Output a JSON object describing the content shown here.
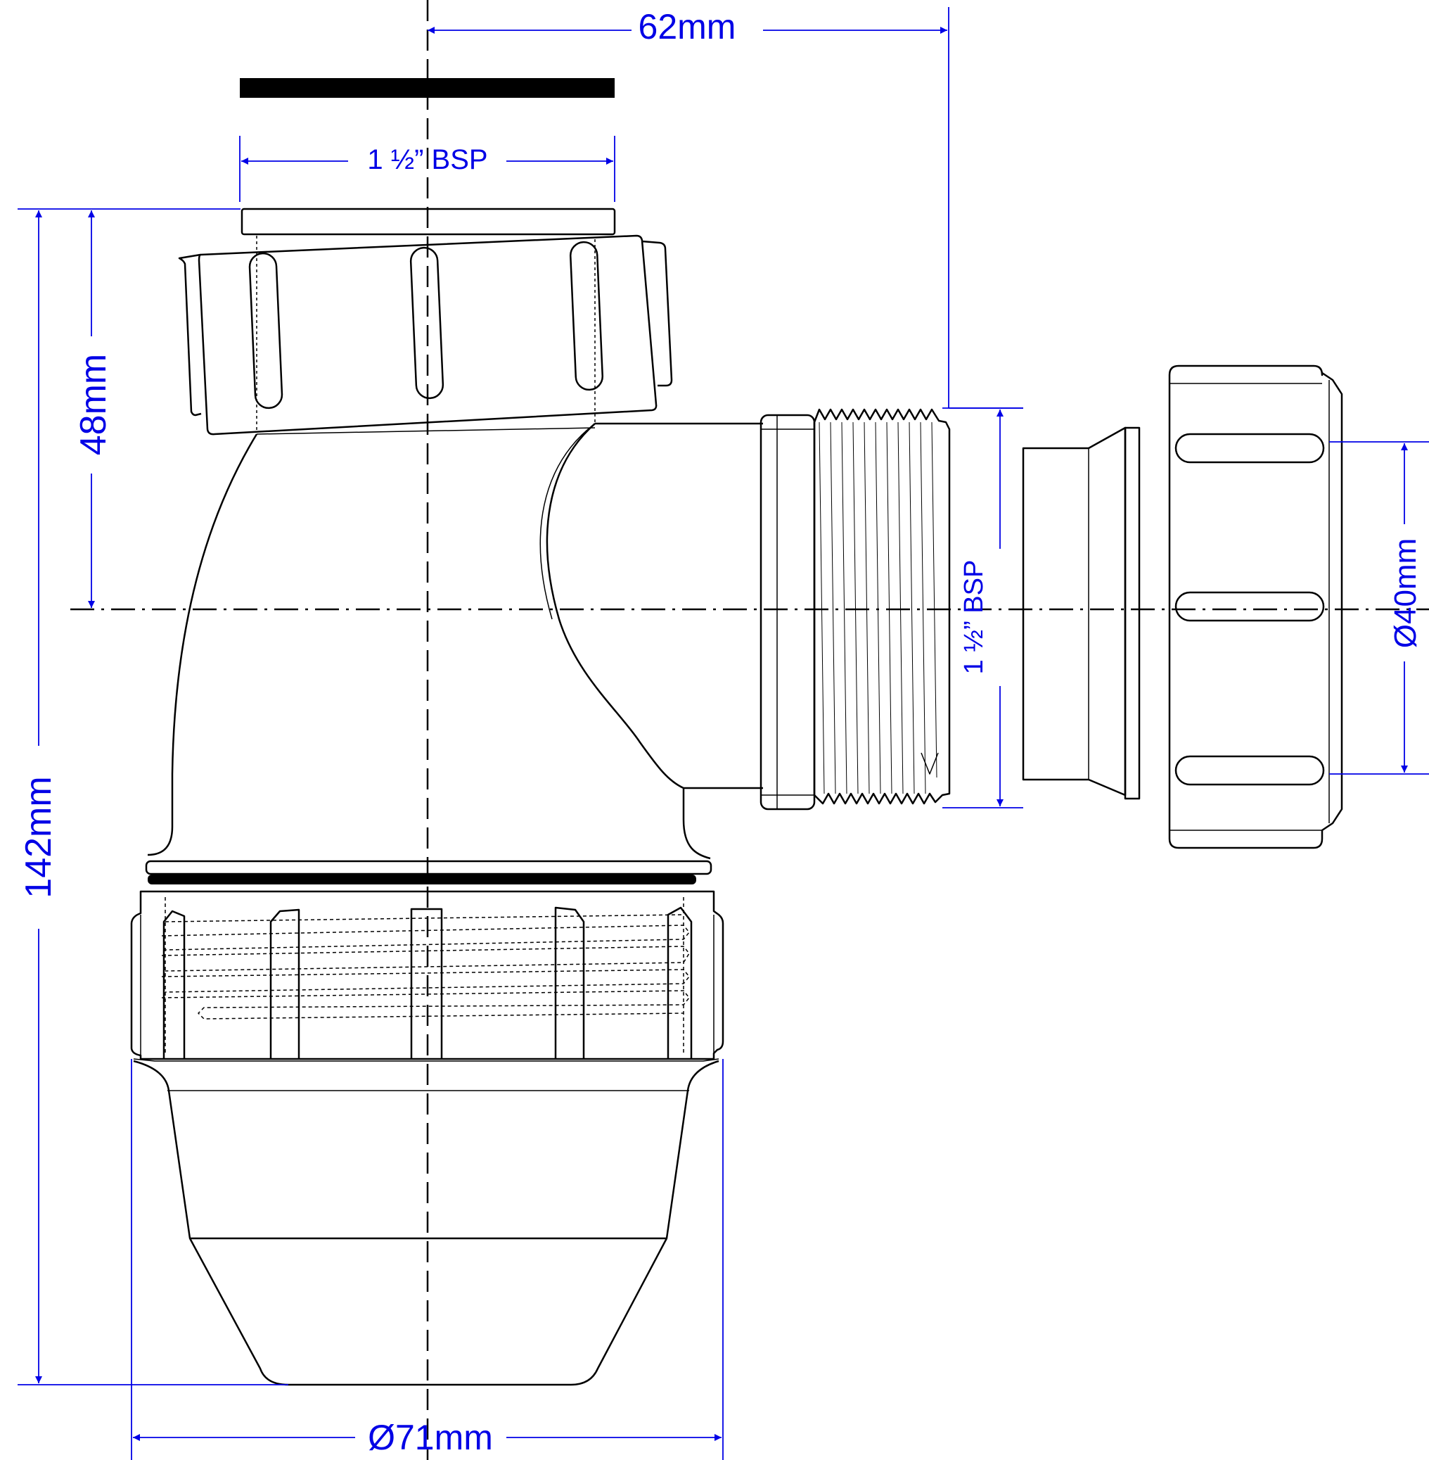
{
  "colors": {
    "outline": "#000000",
    "dimension": "#0000e6",
    "background": "#ffffff"
  },
  "dimensions": {
    "outlet_offset": "62mm",
    "inlet_thread": "1 ½” BSP",
    "total_height": "142mm",
    "inlet_to_outlet_height": "48mm",
    "outlet_thread": "1 ½” BSP",
    "outlet_pipe_diameter": "Ø40mm",
    "body_diameter": "Ø71mm"
  }
}
